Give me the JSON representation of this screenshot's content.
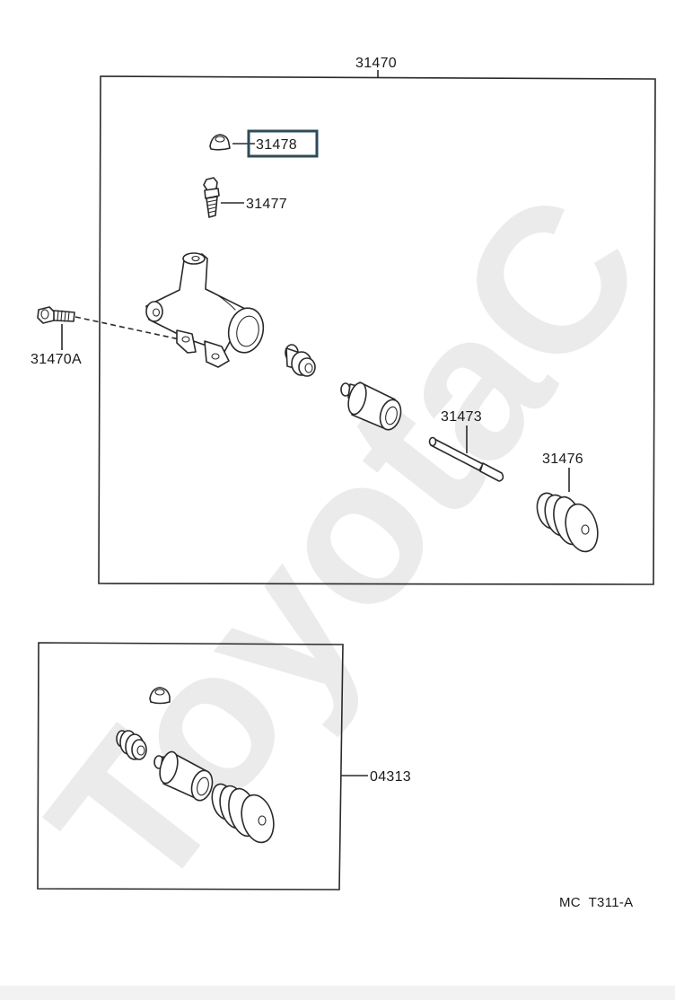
{
  "watermark": "ToyotaC",
  "assembly": {
    "part_number": "31470"
  },
  "parts": {
    "p31478": "31478",
    "p31477": "31477",
    "p31470A": "31470A",
    "p31473": "31473",
    "p31476": "31476"
  },
  "kit": {
    "part_number": "04313"
  },
  "diagram_code": "MC  T311-A",
  "colors": {
    "line": "#2a2a2a",
    "highlight": "#2f4a5a",
    "watermark": "#ebebeb"
  }
}
